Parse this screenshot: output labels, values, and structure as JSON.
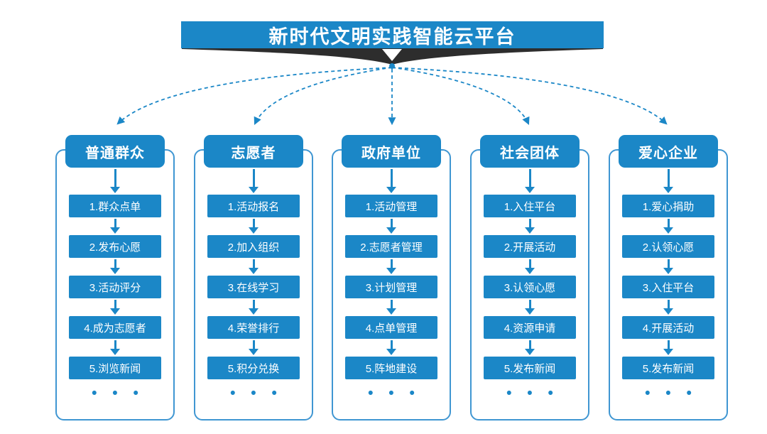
{
  "title": "新时代文明实践智能云平台",
  "ellipsis": "• • •",
  "colors": {
    "primary_blue": "#1b87c7",
    "frame_border": "#3f96d2",
    "funnel_dark": "#2d2d2d",
    "text_on_blue": "#ffffff"
  },
  "icons": {
    "funnel": "funnel-shape",
    "hub": "hub-dot",
    "down_triangle": "down-triangle",
    "down_arrow": "down-arrow",
    "dashed_connector": "dashed-arrow"
  },
  "columns": [
    {
      "header": "普通群众",
      "steps": [
        "1.群众点单",
        "2.发布心愿",
        "3.活动评分",
        "4.成为志愿者",
        "5.浏览新闻"
      ]
    },
    {
      "header": "志愿者",
      "steps": [
        "1.活动报名",
        "2.加入组织",
        "3.在线学习",
        "4.荣誉排行",
        "5.积分兑换"
      ]
    },
    {
      "header": "政府单位",
      "steps": [
        "1.活动管理",
        "2.志愿者管理",
        "3.计划管理",
        "4.点单管理",
        "5.阵地建设"
      ]
    },
    {
      "header": "社会团体",
      "steps": [
        "1.入住平台",
        "2.开展活动",
        "3.认领心愿",
        "4.资源申请",
        "5.发布新闻"
      ]
    },
    {
      "header": "爱心企业",
      "steps": [
        "1.爱心捐助",
        "2.认领心愿",
        "3.入住平台",
        "4.开展活动",
        "5.发布新闻"
      ]
    }
  ]
}
